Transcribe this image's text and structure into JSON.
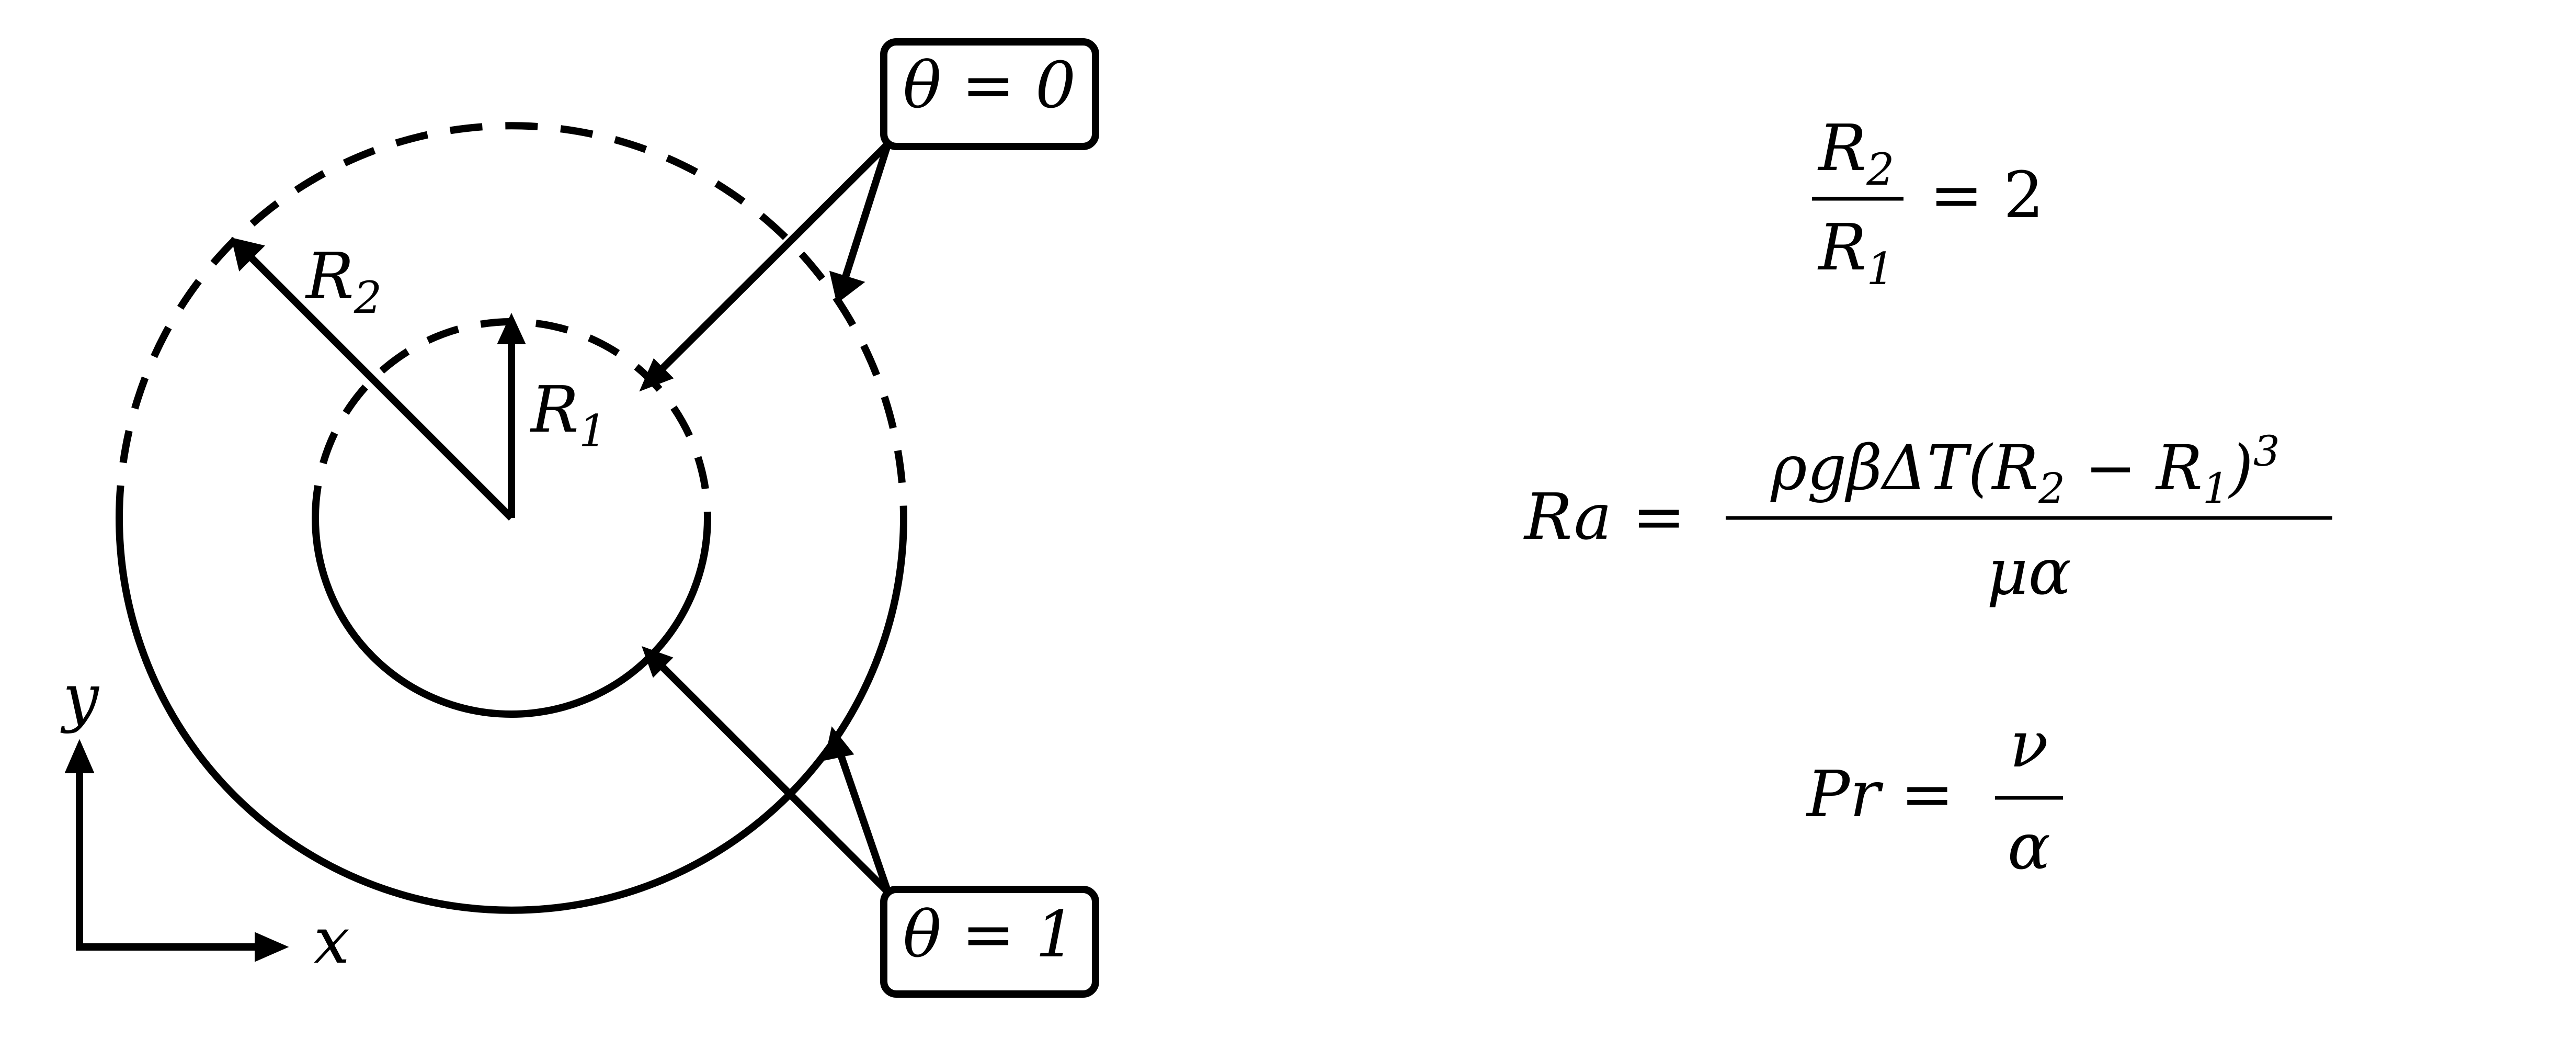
{
  "diagram": {
    "labels": {
      "r2": "R2",
      "r1": "R1",
      "y_axis": "y",
      "x_axis": "x",
      "theta0": "θ = 0",
      "theta1": "θ = 1"
    },
    "equations": {
      "ratio": {
        "numerator": "R2",
        "denominator": "R1",
        "rhs": "= 2"
      },
      "rayleigh": {
        "lhs": "Ra =",
        "numerator": "ρgβΔT(R2 − R1)³",
        "denominator": "μα"
      },
      "prandtl": {
        "lhs": "Pr =",
        "numerator": "ν",
        "denominator": "α"
      }
    }
  }
}
